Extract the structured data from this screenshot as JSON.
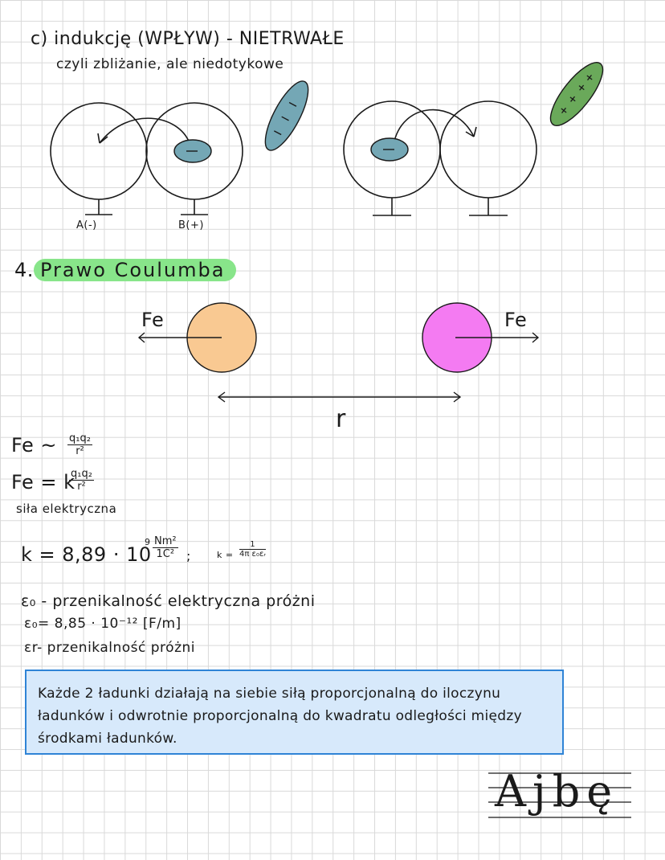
{
  "section_c": {
    "title": "c) indukcję (WPŁYW) - NIETRWAŁE",
    "subtitle": "czyli zbliżanie, ale niedotykowe",
    "sphere_a_label": "A(-)",
    "sphere_b_label": "B(+)",
    "minus_sign": "−",
    "plus_sign": "+"
  },
  "section_4": {
    "number": "4.",
    "title": "Prawo Coulumba",
    "force_label_left": "Fe",
    "force_label_right": "Fe",
    "distance_label": "r"
  },
  "formulas": {
    "proportional_lhs": "Fe ~",
    "equality_lhs": "Fe = k",
    "frac_num": "q₁q₂",
    "frac_den": "r²",
    "force_name": "siła elektryczna",
    "k_value": "k = 8,89 · 10",
    "k_exponent": "9",
    "k_units_num": "Nm²",
    "k_units_den": "1C²",
    "k_semicolon": ";",
    "k_formula_lhs": "k =",
    "k_formula_num": "1",
    "k_formula_den": "4π ε₀εᵣ"
  },
  "epsilon": {
    "line1": "ε₀ - przenikalność elektryczna próżni",
    "line2": "ε₀= 8,85 · 10⁻¹² [F/m]",
    "line3": "εr- przenikalność próżni"
  },
  "definition": {
    "text": "Każde 2 ładunki działają na siebie siłą proporcjonalną do iloczynu ładunków i odwrotnie proporcjonalną do kwadratu odległości między środkami ładunków."
  },
  "practice": {
    "letters": "Ajbę"
  },
  "colors": {
    "rod_blue": "#74a7b5",
    "rod_green": "#6aa95a",
    "charge_orange": "#f9c992",
    "charge_pink": "#f47bf2",
    "highlight_green": "#88e58a",
    "box_fill": "#d7e9fb",
    "box_border": "#2f84d6"
  }
}
